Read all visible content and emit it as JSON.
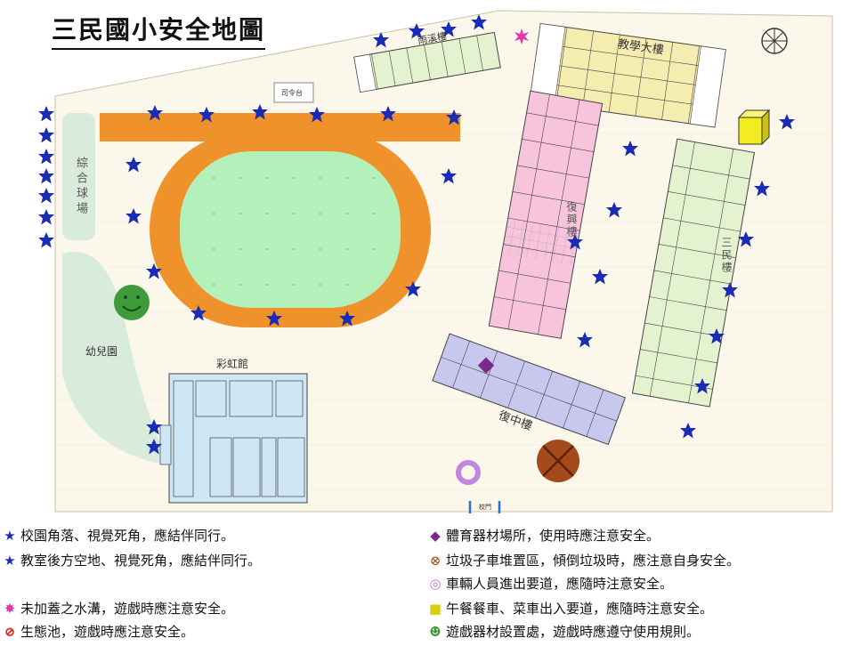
{
  "title": "三民國小安全地圖",
  "labels": {
    "court": "綜合球場",
    "kindergarten": "幼兒園",
    "rainbow_hall": "彩虹館",
    "teaching_building": "教學大樓",
    "fuxing": "復興樓",
    "sanmin": "三民樓",
    "fuzhong": "復中樓",
    "stream_building": "雨溪樓",
    "podium": "司令台",
    "gate": "校門"
  },
  "legend_left": [
    {
      "icon": "blue-star-icon",
      "text": "校園角落、視覺死角，應結伴同行。"
    },
    {
      "icon": "blue-star-icon",
      "text": "教室後方空地、視覺死角，應結伴同行。"
    },
    {
      "icon": "pink-starburst-icon",
      "text": "未加蓋之水溝，遊戲時應注意安全。"
    },
    {
      "icon": "prohibited-icon",
      "text": "生態池，遊戲時應注意安全。"
    }
  ],
  "legend_right": [
    {
      "icon": "purple-diamond-icon",
      "text": "體育器材場所，使用時應注意安全。"
    },
    {
      "icon": "brown-x-circle-icon",
      "text": "垃圾子車堆置區，傾倒垃圾時，應注意自身安全。"
    },
    {
      "icon": "purple-ring-icon",
      "text": "車輛人員進出要道，應隨時注意安全。"
    },
    {
      "icon": "yellow-cube-icon",
      "text": "午餐餐車、菜車出入要道，應隨時注意安全。"
    },
    {
      "icon": "green-smiley-icon",
      "text": "遊戲器材設置處，遊戲時應遵守使用規則。"
    }
  ],
  "colors": {
    "ground": "#fbf7ea",
    "track": "#f0922c",
    "field": "#b3f0ba",
    "star": "#1a2bb5",
    "teaching": "#f5ecb0",
    "fuxing": "#f7c4dc",
    "sanmin": "#e4f2cf",
    "fuzhong": "#c8c8ee",
    "rainbow": "#cfe7f5",
    "stream": "#e4f2cf",
    "court": "#d9ecdc"
  }
}
